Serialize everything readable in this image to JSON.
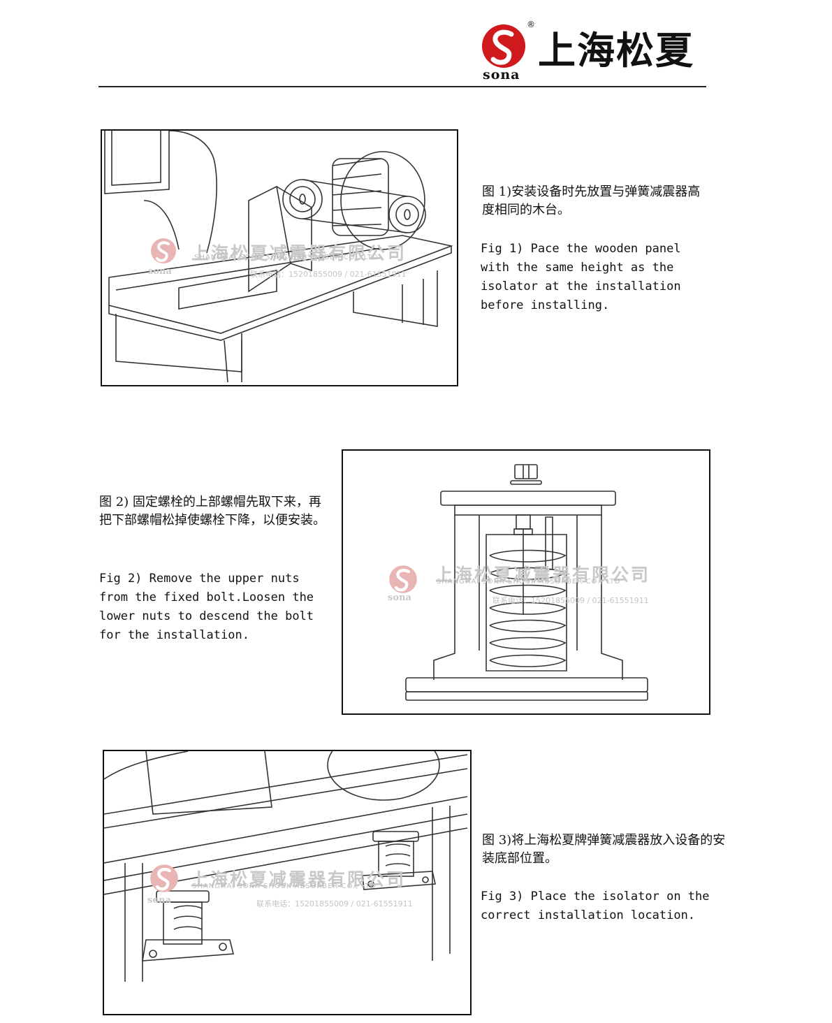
{
  "header": {
    "brand_cn": "上海松夏",
    "brand_en": "sona",
    "registered_mark": "®",
    "logo_icon": "sona-s-logo-icon",
    "brand_color": "#d0191c"
  },
  "watermark": {
    "company_cn": "上海松夏减震器有限公司",
    "company_en": "SHANGHAI SONA SHOCK ABSORBER CO., LTD",
    "phone": "联系电话：15201855009 / 021-61551911",
    "sona": "sona"
  },
  "figures": [
    {
      "text_cn": "图 1)安装设备时先放置与弹簧减震器高度相同的木台。",
      "text_en": "Fig 1) Pace the wooden panel with the same height as the isolator at the installation before installing."
    },
    {
      "text_cn": "图 2) 固定螺栓的上部螺帽先取下来，再把下部螺帽松掉使螺栓下降，以便安装。",
      "text_en": "Fig 2) Remove the upper nuts from the fixed bolt.Loosen the lower nuts to descend the bolt for the installation."
    },
    {
      "text_cn": "图 3)将上海松夏牌弹簧减震器放入设备的安装底部位置。",
      "text_en": "Fig 3) Place the isolator on the correct installation location."
    }
  ]
}
